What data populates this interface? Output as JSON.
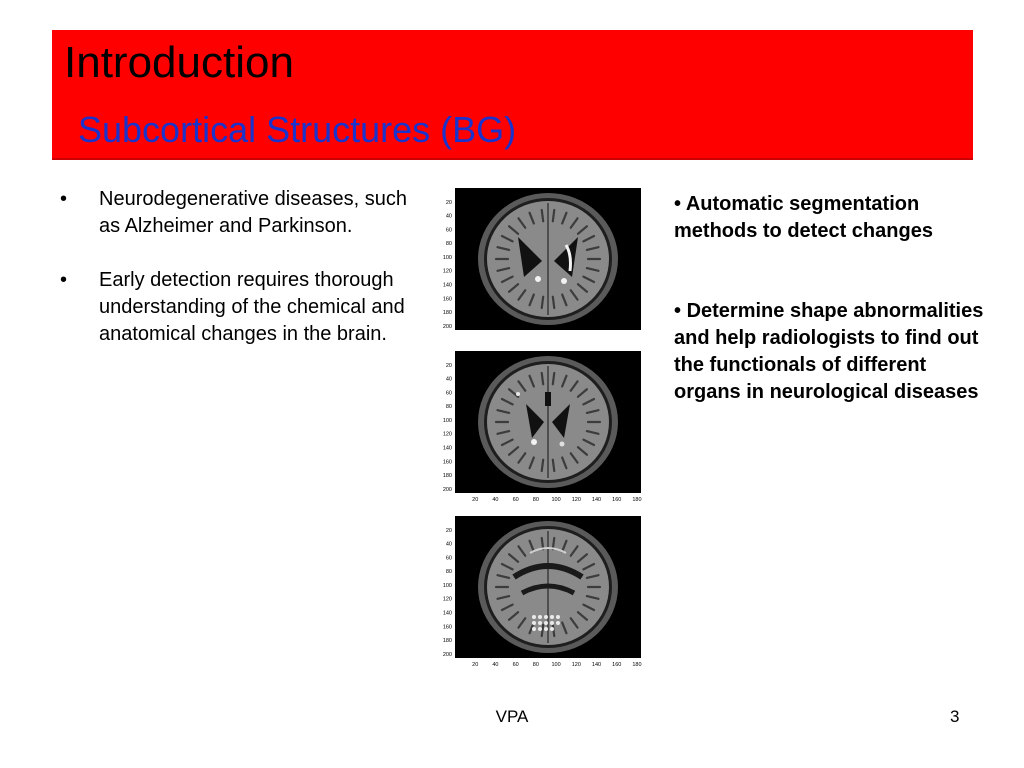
{
  "slide": {
    "title": "Introduction",
    "subtitle": "Subcortical Structures (BG)",
    "colors": {
      "header_bg": "#ff0000",
      "subtitle": "#1a33cc",
      "text": "#000000"
    }
  },
  "left_bullets": [
    {
      "marker": "•",
      "text": "Neurodegenerative diseases, such as Alzheimer and Parkinson."
    },
    {
      "marker": "•",
      "text": "Early detection requires thorough understanding of the chemical and anatomical changes in the brain."
    }
  ],
  "right_bullets": [
    {
      "marker": "•",
      "text": "Automatic segmentation methods to detect changes"
    },
    {
      "marker": "•",
      "text": "Determine shape abnormalities and help radiologists to find out the functionals of different organs in neurological diseases"
    }
  ],
  "images": [
    {
      "name": "brain-scan-1",
      "y_ticks": [
        "20",
        "40",
        "60",
        "80",
        "100",
        "120",
        "140",
        "160",
        "180",
        "200"
      ],
      "x_ticks": []
    },
    {
      "name": "brain-scan-2",
      "y_ticks": [
        "20",
        "40",
        "60",
        "80",
        "100",
        "120",
        "140",
        "160",
        "180",
        "200"
      ],
      "x_ticks": [
        "20",
        "40",
        "60",
        "80",
        "100",
        "120",
        "140",
        "160",
        "180"
      ]
    },
    {
      "name": "brain-scan-3",
      "y_ticks": [
        "20",
        "40",
        "60",
        "80",
        "100",
        "120",
        "140",
        "160",
        "180",
        "200"
      ],
      "x_ticks": [
        "20",
        "40",
        "60",
        "80",
        "100",
        "120",
        "140",
        "160",
        "180"
      ]
    }
  ],
  "footer": {
    "center": "VPA",
    "page_number": "3"
  }
}
